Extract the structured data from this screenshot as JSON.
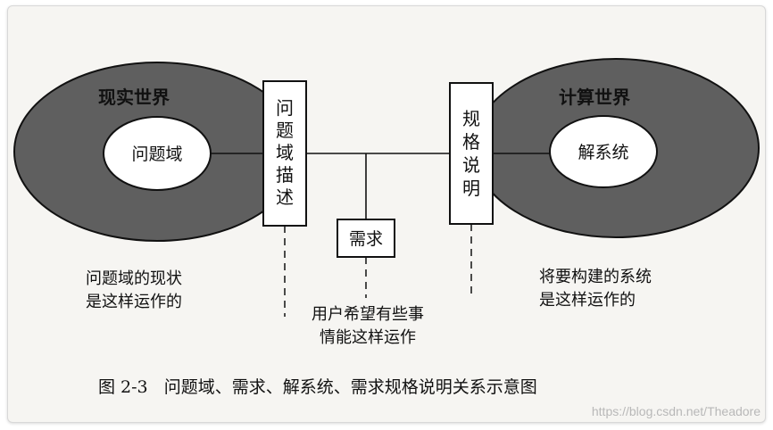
{
  "diagram": {
    "real_world_label": "现实世界",
    "problem_domain_label": "问题域",
    "problem_description_label": [
      "问",
      "题",
      "域",
      "描",
      "述"
    ],
    "requirements_label": "需求",
    "spec_label": [
      "规",
      "格",
      "说",
      "明"
    ],
    "computing_world_label": "计算世界",
    "solution_system_label": "解系统",
    "left_note": [
      "问题域的现状",
      "是这样运作的"
    ],
    "middle_note": [
      "用户希望有些事",
      "情能这样运作"
    ],
    "right_note": [
      "将要构建的系统",
      "是这样运作的"
    ],
    "caption": "图 2-3   问题域、需求、解系统、需求规格说明关系示意图",
    "watermark": "https://blog.csdn.net/Theadore"
  },
  "colors": {
    "ring_fill": "#5f5f5f",
    "ink": "#111111",
    "background": "#f6f5f2"
  }
}
